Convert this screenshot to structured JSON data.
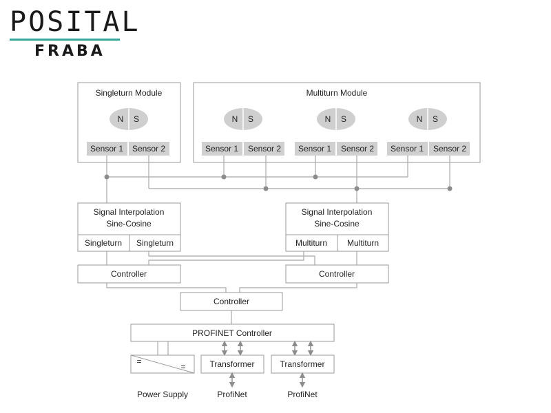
{
  "logo": {
    "brand": "POSITAL",
    "sub": "FRABA",
    "accent": "#2ea79a"
  },
  "diagram": {
    "singleturn_module": "Singleturn Module",
    "multiturn_module": "Multiturn Module",
    "magnet_n": "N",
    "magnet_s": "S",
    "sensor1": "Sensor 1",
    "sensor2": "Sensor 2",
    "sig_interp_line1": "Signal Interpolation",
    "sig_interp_line2": "Sine-Cosine",
    "singleturn": "Singleturn",
    "multiturn": "Multiturn",
    "controller": "Controller",
    "profinet_controller": "PROFINET Controller",
    "transformer": "Transformer",
    "profinet": "ProfiNet",
    "power_supply": "Power Supply",
    "eq": "="
  }
}
